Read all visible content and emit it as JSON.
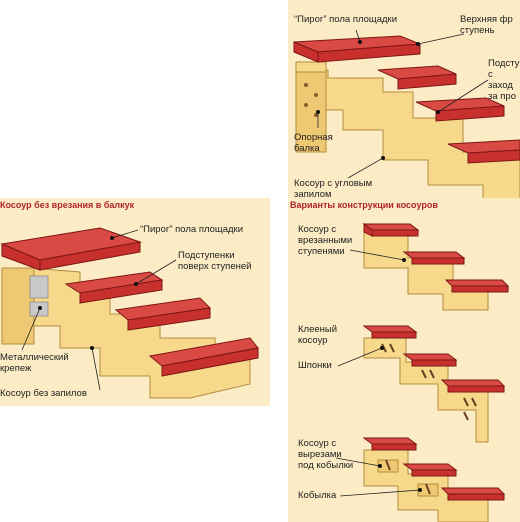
{
  "top_right": {
    "label_floor_pie": "“Пирог” пола площадки",
    "label_upper_riser": "Верхняя фр\nступень",
    "label_riser_side": "Подсту\nс заход\nза про",
    "label_support_beam": "Опорная\nбалка",
    "label_corner_stringer": "Косоур с угловым\nзапилом"
  },
  "left": {
    "title": "Косоур без врезания в балкук",
    "label_floor_pie": "“Пирог” пола площадки",
    "label_risers": "Подступенки\nповерх ступеней",
    "label_metal": "Металлический\nкрепеж",
    "label_no_cut": "Косоур без запилов"
  },
  "variants": {
    "title": "Варианты конструкции косоуров",
    "label_cut_in": "Косоур с\nврезанными\nступенями",
    "label_glued": "Клееный\nкосоур",
    "label_dowels": "Шпонки",
    "label_notched": "Косоур с\nвырезами\nпод кобылки",
    "label_kobylka": "Кобылка"
  }
}
